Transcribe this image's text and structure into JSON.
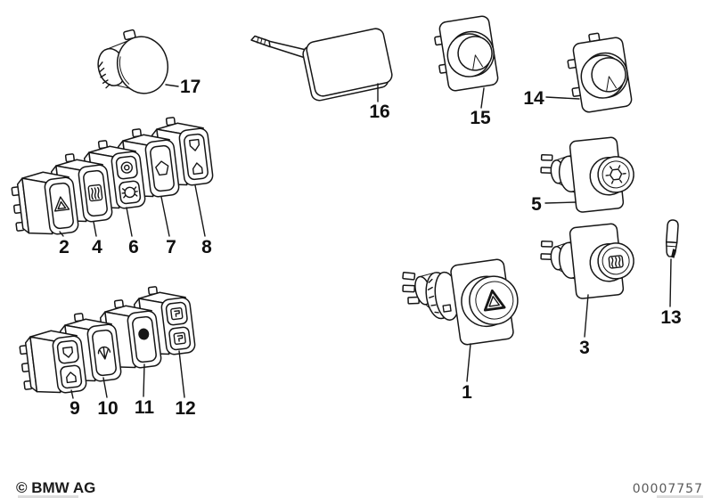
{
  "page": {
    "paper_color": "#ffffff",
    "ink_color": "#161616",
    "doc_number_color": "#5a5a5a"
  },
  "footer": {
    "copyright": "© BMW AG",
    "document_number": "00007757"
  },
  "parts": [
    {
      "label": "1",
      "icon": "hazard-triangle-pushbutton-switch"
    },
    {
      "label": "2",
      "icon": "hazard-triangle-rocker-switch"
    },
    {
      "label": "3",
      "icon": "rear-defrost-pushbutton-switch"
    },
    {
      "label": "4",
      "icon": "rear-defrost-rocker-switch"
    },
    {
      "label": "5",
      "icon": "blower-pushbutton-switch"
    },
    {
      "label": "6",
      "icon": "twin-lamp-rocker-switch"
    },
    {
      "label": "7",
      "icon": "sunroof-rocker-switch"
    },
    {
      "label": "8",
      "icon": "window-up-down-rocker-switch"
    },
    {
      "label": "9",
      "icon": "window-up-down-twin-button-switch"
    },
    {
      "label": "10",
      "icon": "rear-washer-rocker-switch"
    },
    {
      "label": "11",
      "icon": "dot-rocker-switch"
    },
    {
      "label": "12",
      "icon": "twin-square-rocker-switch"
    },
    {
      "label": "13",
      "icon": "indicator-bulb"
    },
    {
      "label": "14",
      "icon": "rotary-knob-switch"
    },
    {
      "label": "15",
      "icon": "rotary-knob-switch"
    },
    {
      "label": "16",
      "icon": "blanking-plate-with-pin"
    },
    {
      "label": "17",
      "icon": "blanking-cap"
    }
  ]
}
